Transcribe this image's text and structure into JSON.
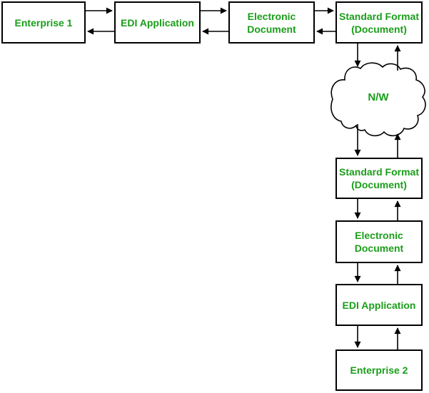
{
  "diagram": {
    "description": "EDI document exchange flow between two enterprises over a network",
    "colors": {
      "label_text": "#1a9e1a",
      "line": "#000000",
      "box_fill": "#ffffff",
      "background": "#ffffff"
    },
    "nodes": {
      "enterprise1": {
        "label": "Enterprise 1"
      },
      "edi_application_top": {
        "label": "EDI Application"
      },
      "electronic_document_top": {
        "line1": "Electronic",
        "line2": "Document"
      },
      "standard_format_top": {
        "line1": "Standard Format",
        "line2": "(Document)"
      },
      "network_cloud": {
        "label": "N/W"
      },
      "standard_format_bottom": {
        "line1": "Standard Format",
        "line2": "(Document)"
      },
      "electronic_document_bottom": {
        "line1": "Electronic",
        "line2": "Document"
      },
      "edi_application_bottom": {
        "label": "EDI Application"
      },
      "enterprise2": {
        "label": "Enterprise 2"
      }
    }
  }
}
